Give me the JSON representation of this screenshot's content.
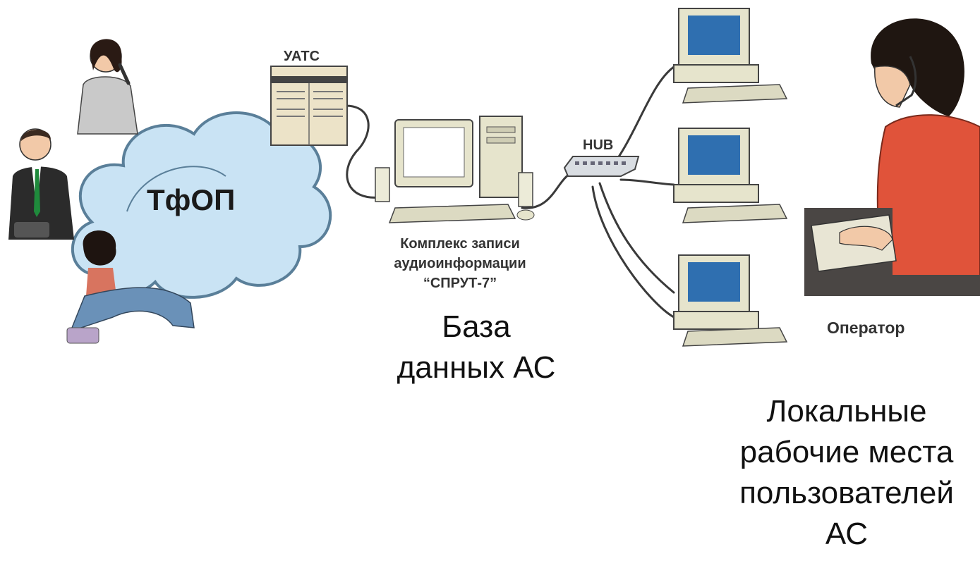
{
  "diagram": {
    "cloud_label": "ТфОП",
    "pbx_label": "УАТС",
    "hub_label": "HUB",
    "recorder_label_lines": [
      "Комплекс записи",
      "аудиоинформации",
      "“СПРУТ-7”"
    ],
    "operator_label": "Оператор",
    "database_label_lines": [
      "База",
      "данных АС"
    ],
    "workstations_label_lines": [
      "Локальные",
      "рабочие места",
      "пользователей",
      "АС"
    ]
  },
  "colors": {
    "cloud_fill": "#c9e3f4",
    "cloud_stroke": "#5a7f99",
    "monitor_screen": "#2f6fb0",
    "computer_body": "#e6e4cc",
    "operator_shirt": "#e0533a",
    "cable": "#3a3a3a"
  }
}
